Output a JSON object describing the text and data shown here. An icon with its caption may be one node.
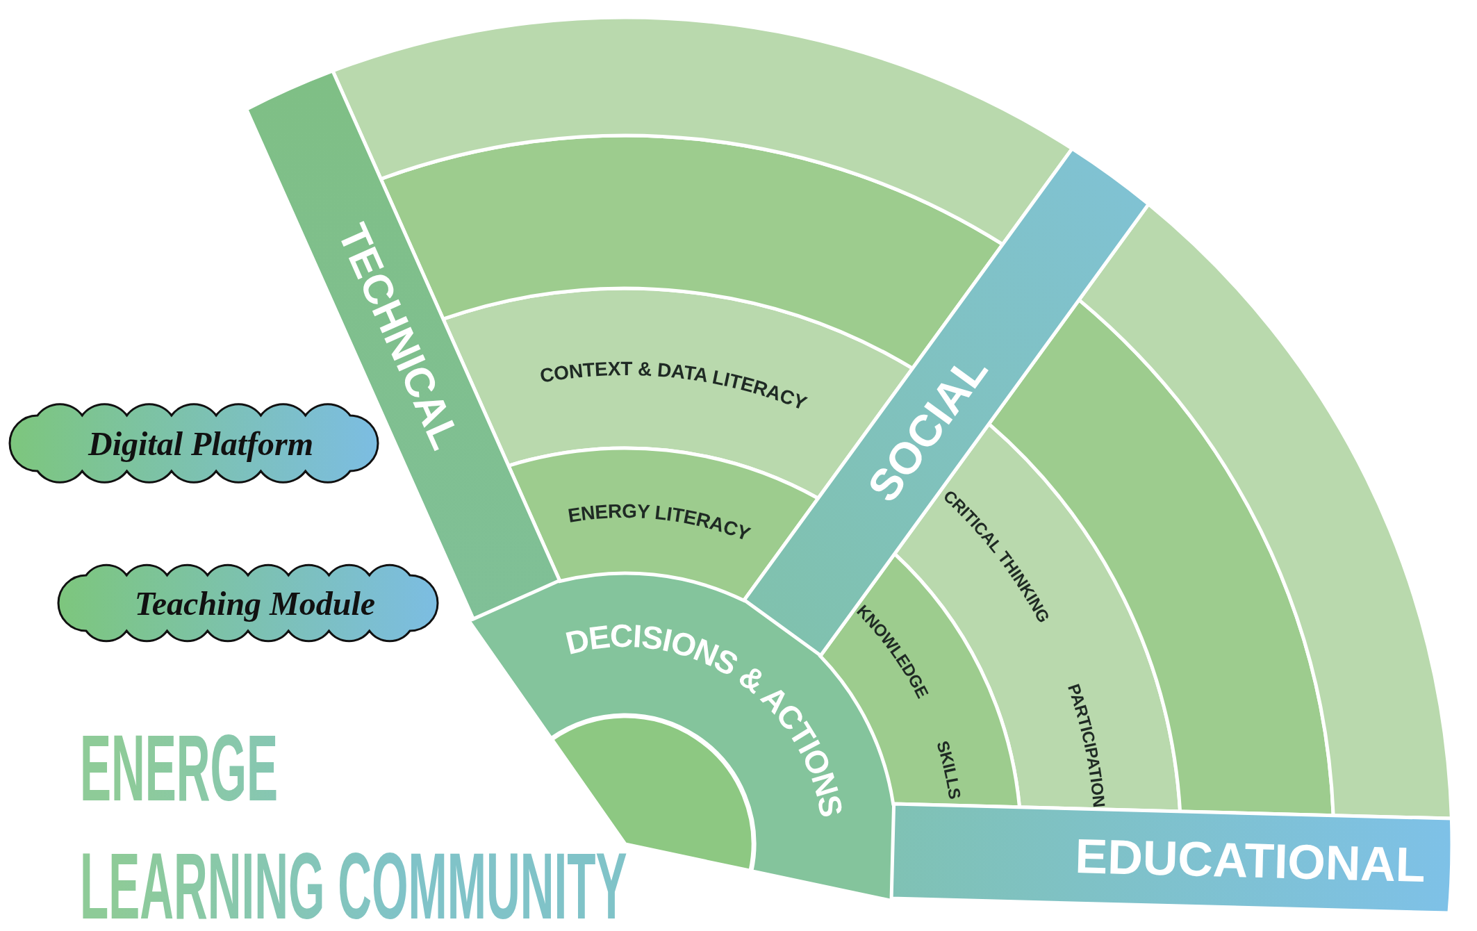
{
  "diagram": {
    "title": "ENERGE LEARNING COMMUNITY",
    "nodes": [
      {
        "text": [
          "Digital Platform"
        ]
      },
      {
        "text": [
          "Teaching Module"
        ]
      },
      {
        "text": [
          "TECHNICAL"
        ]
      },
      {
        "text": [
          "SOCIAL"
        ]
      },
      {
        "text": [
          "EDUCATIONAL"
        ]
      },
      {
        "text": [
          "DECISIONS & ACTIONS"
        ]
      },
      {
        "text": [
          "CONTEXT & DATA LITERACY"
        ]
      },
      {
        "text": [
          "ENERGY LITERACY"
        ]
      },
      {
        "text": [
          "CRITICAL THINKING",
          "PARTICIPATION"
        ]
      },
      {
        "text": [
          "KNOWLEDGE",
          "SKILLS"
        ]
      },
      {
        "text": [],
        "shape": "band"
      },
      {
        "text": [],
        "shape": "band"
      },
      {
        "text": [],
        "shape": "band"
      },
      {
        "text": [],
        "shape": "band"
      },
      {
        "text": [],
        "shape": "semicircle"
      }
    ]
  }
}
